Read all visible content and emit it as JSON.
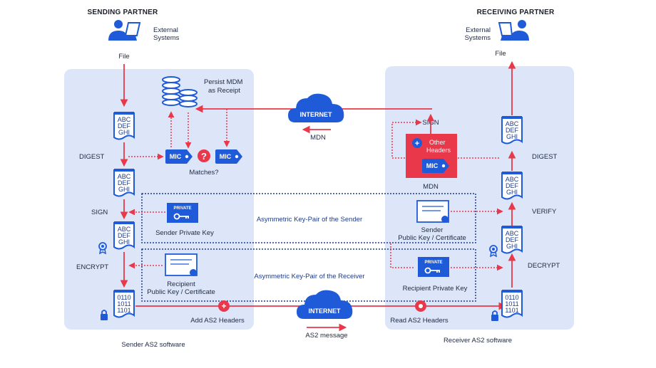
{
  "sending_partner": {
    "title": "SENDING PARTNER",
    "external_line1": "External",
    "external_line2": "Systems",
    "file_label": "File",
    "software_label": "Sender AS2 software"
  },
  "receiving_partner": {
    "title": "RECEIVING PARTNER",
    "external_line1": "External",
    "external_line2": "Systems",
    "file_label": "File",
    "software_label": "Receiver AS2 software"
  },
  "documents": {
    "line1": "ABC",
    "line2": "DEF",
    "line3": "GHI",
    "bin1": "0110",
    "bin2": "1011",
    "bin3": "1101"
  },
  "sender_steps": {
    "digest": "DIGEST",
    "sign": "SIGN",
    "encrypt": "ENCRYPT"
  },
  "receiver_steps": {
    "digest": "DIGEST",
    "verify": "VERIFY",
    "decrypt": "DECRYPT",
    "sign": "SIGN"
  },
  "persist": {
    "line1": "Persist MDM",
    "line2": "as Receipt"
  },
  "mic": {
    "label": "MIC",
    "matches": "Matches?",
    "question": "?"
  },
  "internet": {
    "label": "INTERNET"
  },
  "mdn": {
    "label": "MDN",
    "box_label": "MDN",
    "other_line1": "Other",
    "other_line2": "Headers",
    "plus": "+"
  },
  "keys": {
    "private_tag": "PRIVATE",
    "sender_private": "Sender Private Key",
    "recipient_line1": "Recipient",
    "recipient_line2": "Public Key / Certificate",
    "sender_pub_line1": "Sender",
    "sender_pub_line2": "Public Key / Certificate",
    "recipient_private": "Recipient Private Key",
    "sender_pair": "Asymmetric Key-Pair of the Sender",
    "receiver_pair": "Asymmetric Key-Pair of the Receiver"
  },
  "transport": {
    "add_headers": "Add AS2 Headers",
    "read_headers": "Read AS2 Headers",
    "as2_message": "AS2 message"
  },
  "colors": {
    "panel": "#dce6f8",
    "red": "#e8384a",
    "blue": "#1f5bd8",
    "navy": "#1f3c88"
  }
}
